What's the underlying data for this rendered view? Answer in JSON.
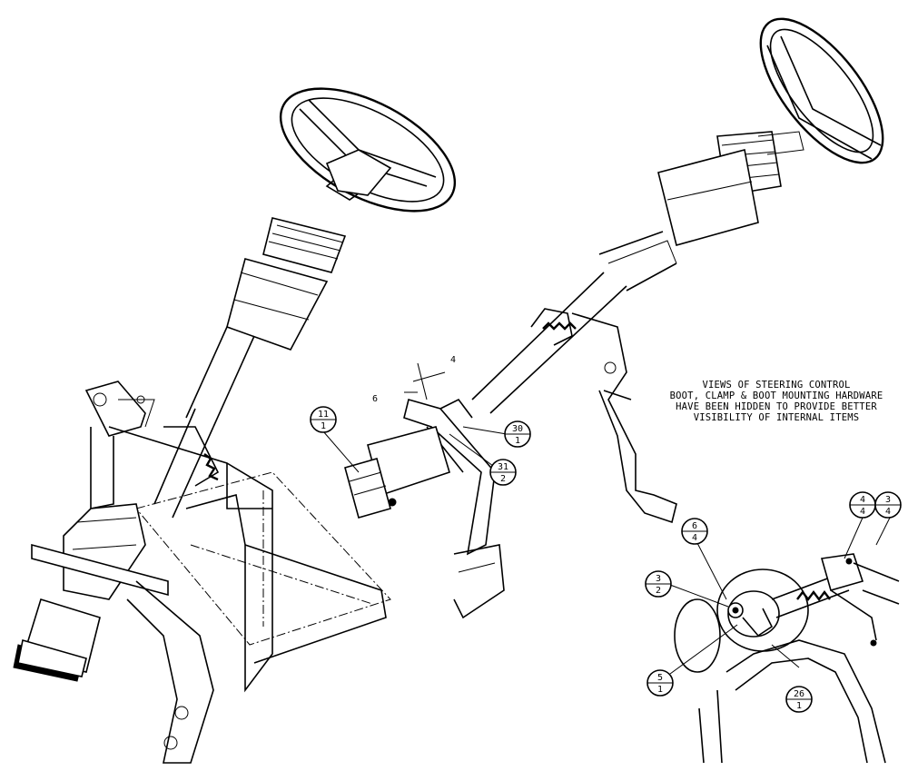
{
  "note": {
    "lines": [
      "VIEWS OF STEERING CONTROL",
      "BOOT, CLAMP & BOOT MOUNTING HARDWARE",
      "HAVE BEEN HIDDEN TO PROVIDE BETTER",
      "VISIBILITY OF INTERNAL ITEMS"
    ]
  },
  "balloons": [
    {
      "top": "11",
      "bottom": "1"
    },
    {
      "top": "30",
      "bottom": "1"
    },
    {
      "top": "31",
      "bottom": "2"
    },
    {
      "top": "6",
      "bottom": "4"
    },
    {
      "top": "3",
      "bottom": "2"
    },
    {
      "top": "5",
      "bottom": "1"
    },
    {
      "top": "26",
      "bottom": "1"
    },
    {
      "top": "4",
      "bottom": "4"
    },
    {
      "top": "3",
      "bottom": "4"
    }
  ],
  "dimension_labels": {
    "dim_4": "4",
    "dim_6": "6"
  }
}
